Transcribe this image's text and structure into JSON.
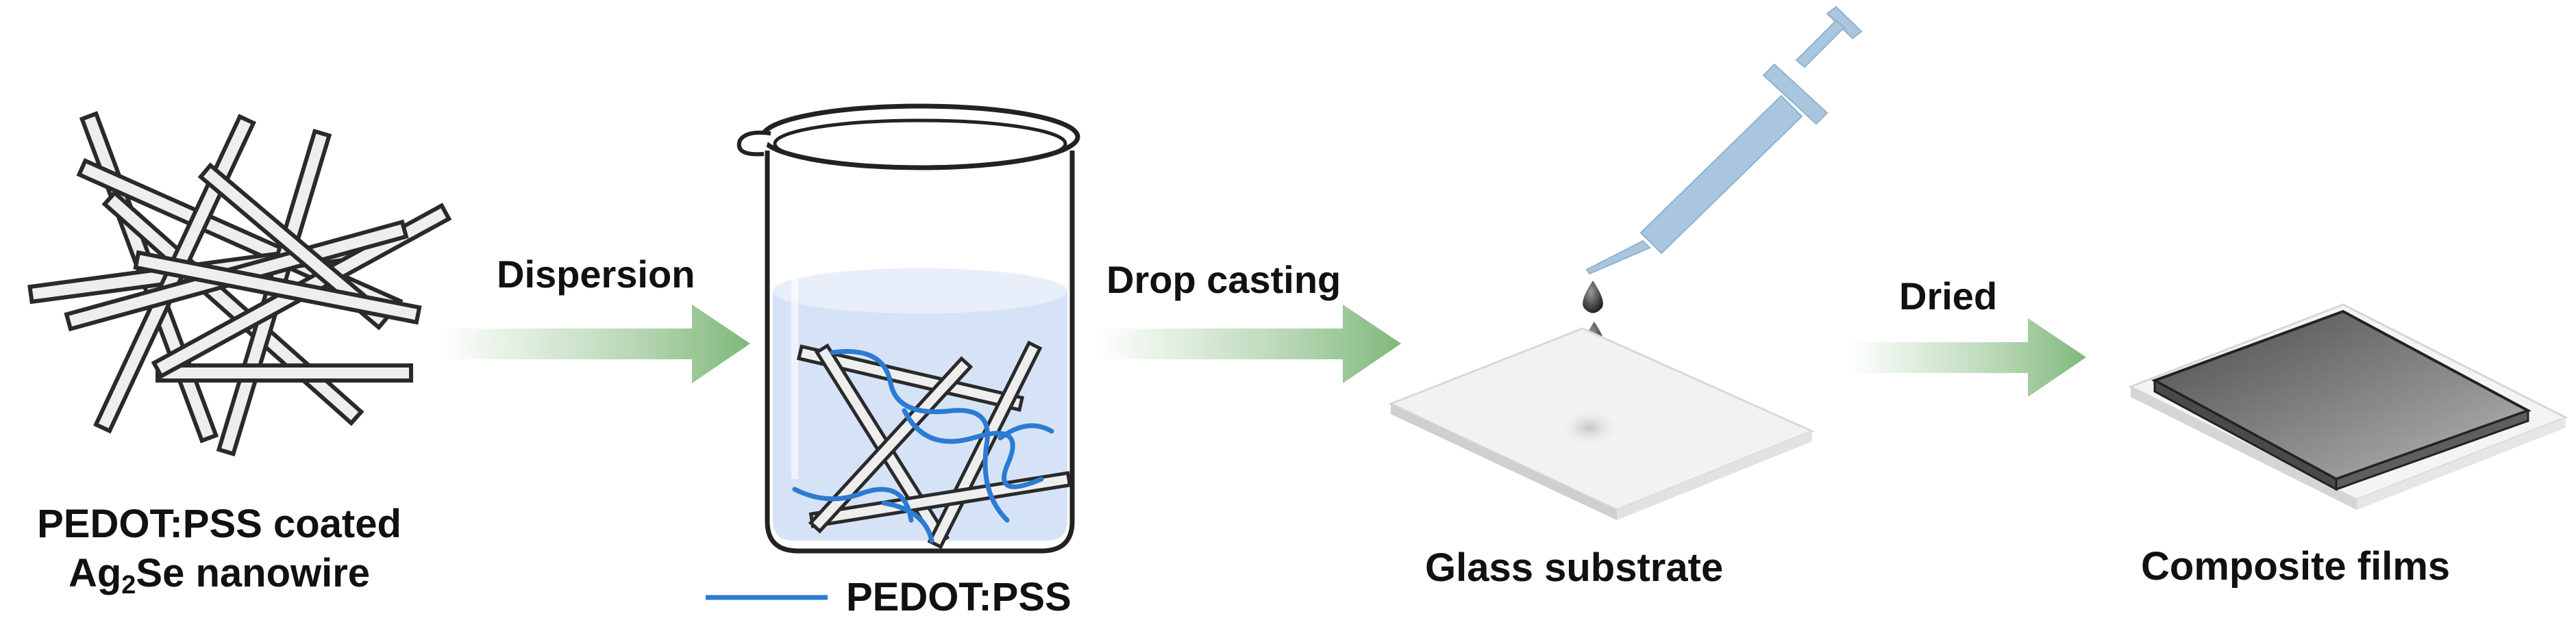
{
  "steps": {
    "dispersion": "Dispersion",
    "drop_casting": "Drop casting",
    "dried": "Dried"
  },
  "captions": {
    "nanowire_line1": "PEDOT:PSS coated",
    "nanowire_line2_prefix": "Ag",
    "nanowire_line2_sub": "2",
    "nanowire_line2_suffix": "Se nanowire",
    "legend_pedot": "PEDOT:PSS",
    "glass": "Glass substrate",
    "composite": "Composite films"
  },
  "colors": {
    "arrow": "#8fc08a",
    "liquid": "#d6e3f7",
    "polymer": "#2b7bd3",
    "wire_fill": "#eeeeee",
    "wire_stroke": "#2a2a2a",
    "syringe": "#a9c6de",
    "film": "#6e6e6e"
  }
}
